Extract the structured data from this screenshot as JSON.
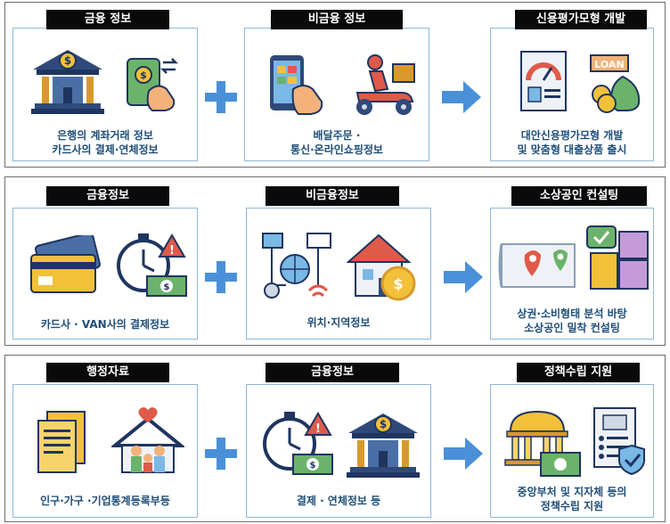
{
  "rows": [
    {
      "panels": [
        {
          "title": "금융 정보",
          "caption": [
            "은행의 계좌거래 정보",
            "카드사의 결제·연체정보"
          ],
          "icons": [
            "bank-icon",
            "money-transfer-icon"
          ]
        },
        {
          "title": "비금융 정보",
          "caption": [
            "배달주문 ·",
            "통신·온라인쇼핑정보"
          ],
          "icons": [
            "smartphone-order-icon",
            "delivery-scooter-icon"
          ]
        },
        {
          "title": "신용평가모형 개발",
          "caption": [
            "대안신용평가모형 개발",
            "및 맞춤형 대출상품 출시"
          ],
          "icons": [
            "credit-score-report-icon",
            "loan-money-bag-icon"
          ]
        }
      ]
    },
    {
      "panels": [
        {
          "title": "금융정보",
          "caption": [
            "카드사 · VAN사의 결제정보"
          ],
          "icons": [
            "credit-cards-icon",
            "overdue-stopwatch-icon"
          ]
        },
        {
          "title": "비금융정보",
          "caption": [
            "위치·지역정보"
          ],
          "icons": [
            "network-location-icon",
            "house-coin-icon"
          ]
        },
        {
          "title": "소상공인 컨설팅",
          "caption": [
            "상권·소비형태 분석 바탕",
            "소상공인 밀착 컨설팅"
          ],
          "icons": [
            "map-pins-icon",
            "puzzle-check-icon"
          ]
        }
      ]
    },
    {
      "panels": [
        {
          "title": "행정자료",
          "caption": [
            "인구·가구 ·기업통계등록부등"
          ],
          "icons": [
            "documents-icon",
            "family-house-icon"
          ]
        },
        {
          "title": "금융정보",
          "caption": [
            "결제 · 연체정보 등"
          ],
          "icons": [
            "overdue-stopwatch-icon",
            "bank-icon"
          ]
        },
        {
          "title": "정책수립 지원",
          "caption": [
            "중앙부처 및 지자체 등의",
            "정책수립 지원"
          ],
          "icons": [
            "government-building-icon",
            "policy-document-icon"
          ]
        }
      ]
    }
  ],
  "colors": {
    "accent": "#4a90d9",
    "caption": "#1f4e79",
    "panel_border": "#8fb8d8",
    "title_bg": "#0a0a0a"
  }
}
